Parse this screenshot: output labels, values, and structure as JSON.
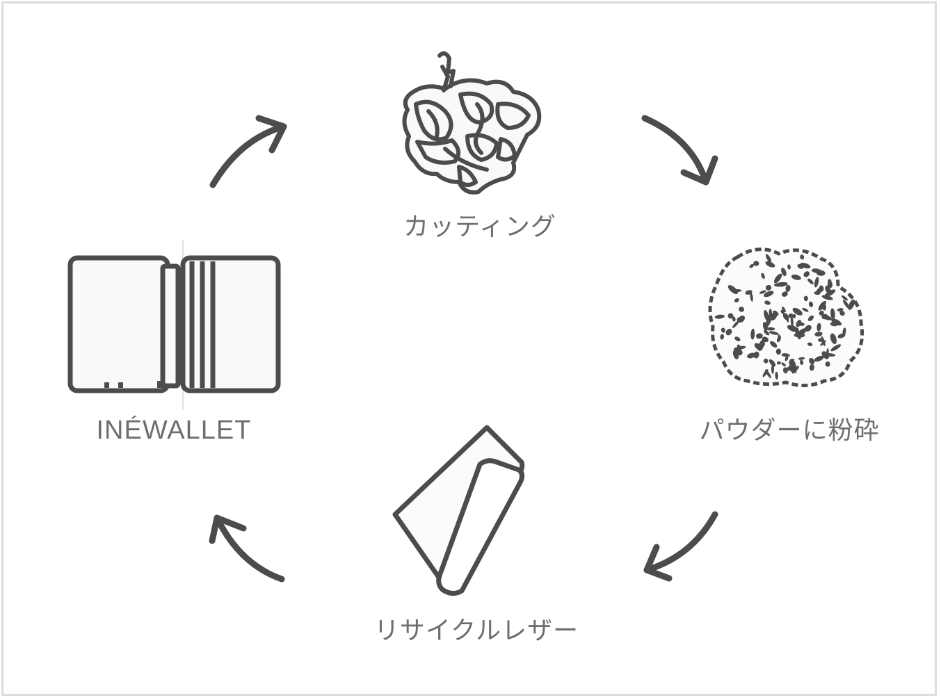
{
  "diagram": {
    "steps": [
      {
        "id": "cutting",
        "label": "カッティング",
        "icon": "shredded-scraps-icon"
      },
      {
        "id": "powder",
        "label": "パウダーに粉砕",
        "icon": "powder-pile-icon"
      },
      {
        "id": "leather",
        "label": "リサイクルレザー",
        "icon": "leather-sheet-icon"
      },
      {
        "id": "wallet",
        "label": "INÉWALLET",
        "icon": "wallet-icon"
      }
    ],
    "flow": "clockwise",
    "colors": {
      "stroke": "#4a4d4c",
      "label": "#6e6e6e",
      "fill": "#f9f9f9",
      "border": "#dcdcdc"
    }
  }
}
